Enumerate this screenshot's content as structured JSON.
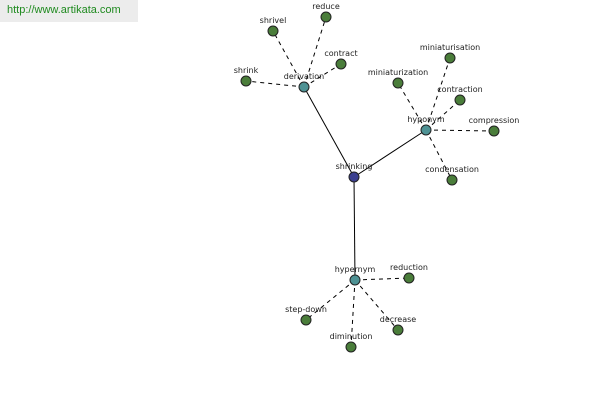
{
  "banner": {
    "url_text": "http://www.artikata.com"
  },
  "colors": {
    "root": "#3b3f8f",
    "relation": "#4e9294",
    "leaf": "#4a7d3a",
    "banner_bg": "#ececec",
    "banner_text": "#1f8a1f"
  },
  "graph": {
    "root": {
      "id": "shrinking",
      "label": "shrinking"
    },
    "relations": [
      {
        "id": "derivation",
        "label": "derivation",
        "terms": [
          "shrivel",
          "reduce",
          "contract",
          "shrink"
        ]
      },
      {
        "id": "hyponym",
        "label": "hyponym",
        "terms": [
          "miniaturisation",
          "miniaturization",
          "contraction",
          "compression",
          "condensation"
        ]
      },
      {
        "id": "hypernym",
        "label": "hypernym",
        "terms": [
          "reduction",
          "step-down",
          "decrease",
          "diminution"
        ]
      }
    ]
  }
}
